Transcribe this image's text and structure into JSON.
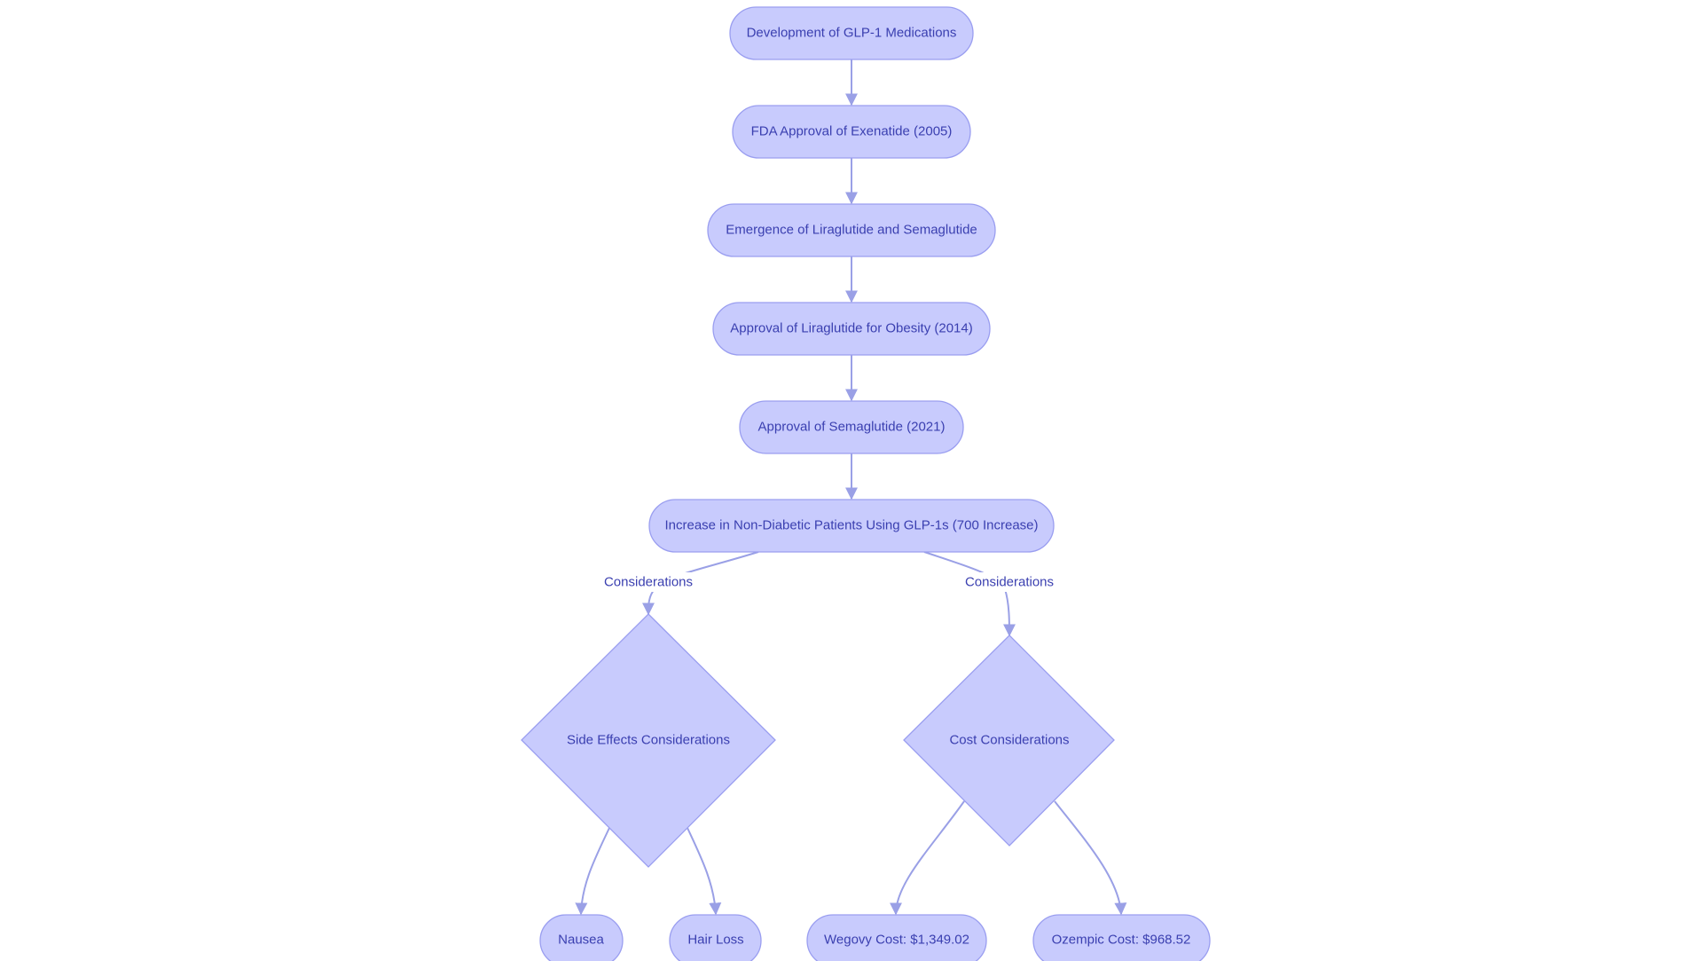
{
  "diagram": {
    "nodes": [
      {
        "id": "dev",
        "label": "Development of GLP-1 Medications"
      },
      {
        "id": "fda",
        "label": "FDA Approval of Exenatide (2005)"
      },
      {
        "id": "emerge",
        "label": "Emergence of Liraglutide and Semaglutide"
      },
      {
        "id": "lira",
        "label": "Approval of Liraglutide for Obesity (2014)"
      },
      {
        "id": "sema",
        "label": "Approval of Semaglutide (2021)"
      },
      {
        "id": "increase",
        "label": "Increase in Non-Diabetic Patients Using GLP-1s (700 Increase)"
      },
      {
        "id": "side",
        "label": "Side Effects Considerations"
      },
      {
        "id": "cost",
        "label": "Cost Considerations"
      },
      {
        "id": "nausea",
        "label": "Nausea"
      },
      {
        "id": "hair",
        "label": "Hair Loss"
      },
      {
        "id": "wegovy",
        "label": "Wegovy Cost: $1,349.02"
      },
      {
        "id": "ozempic",
        "label": "Ozempic Cost: $968.52"
      }
    ],
    "edges": [
      {
        "from": "dev",
        "to": "fda",
        "label": ""
      },
      {
        "from": "fda",
        "to": "emerge",
        "label": ""
      },
      {
        "from": "emerge",
        "to": "lira",
        "label": ""
      },
      {
        "from": "lira",
        "to": "sema",
        "label": ""
      },
      {
        "from": "sema",
        "to": "increase",
        "label": ""
      },
      {
        "from": "increase",
        "to": "side",
        "label": "Considerations"
      },
      {
        "from": "increase",
        "to": "cost",
        "label": "Considerations"
      },
      {
        "from": "side",
        "to": "nausea",
        "label": ""
      },
      {
        "from": "side",
        "to": "hair",
        "label": ""
      },
      {
        "from": "cost",
        "to": "wegovy",
        "label": ""
      },
      {
        "from": "cost",
        "to": "ozempic",
        "label": ""
      }
    ]
  },
  "colors": {
    "node_fill": "#c8cbfd",
    "node_stroke": "#9a9ef0",
    "edge": "#9aa0e6",
    "text": "#3a3fb0"
  }
}
